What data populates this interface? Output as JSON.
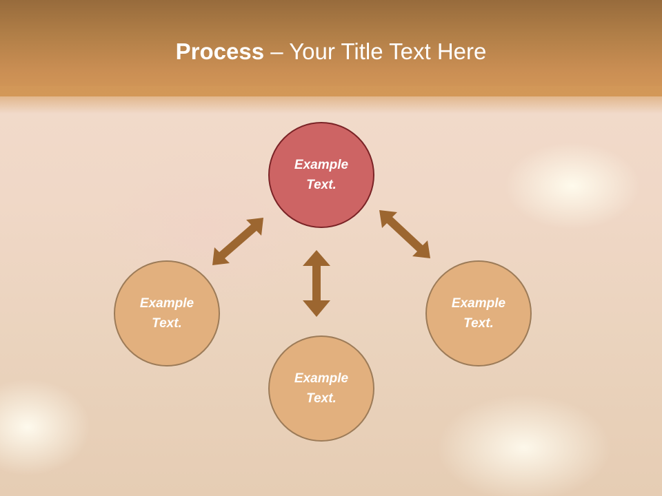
{
  "title": {
    "bold": "Process",
    "rest": " – Your Title Text Here"
  },
  "colors": {
    "header_top": "#976b3c",
    "header_bottom": "#d39858",
    "top_circle_fill": "#cd6464",
    "top_circle_border": "#7a2326",
    "circle_fill": "#e2b07e",
    "circle_border": "#9c7b58",
    "arrow": "#9c6630"
  },
  "diagram": {
    "nodes": [
      {
        "id": "top",
        "line1": "Example",
        "line2": "Text."
      },
      {
        "id": "left",
        "line1": "Example",
        "line2": "Text."
      },
      {
        "id": "right",
        "line1": "Example",
        "line2": "Text."
      },
      {
        "id": "bottom",
        "line1": "Example",
        "line2": "Text."
      }
    ],
    "arrows": [
      {
        "from": "top",
        "to": "left",
        "type": "double-headed"
      },
      {
        "from": "top",
        "to": "right",
        "type": "double-headed"
      },
      {
        "from": "top",
        "to": "bottom",
        "type": "double-headed"
      }
    ]
  }
}
